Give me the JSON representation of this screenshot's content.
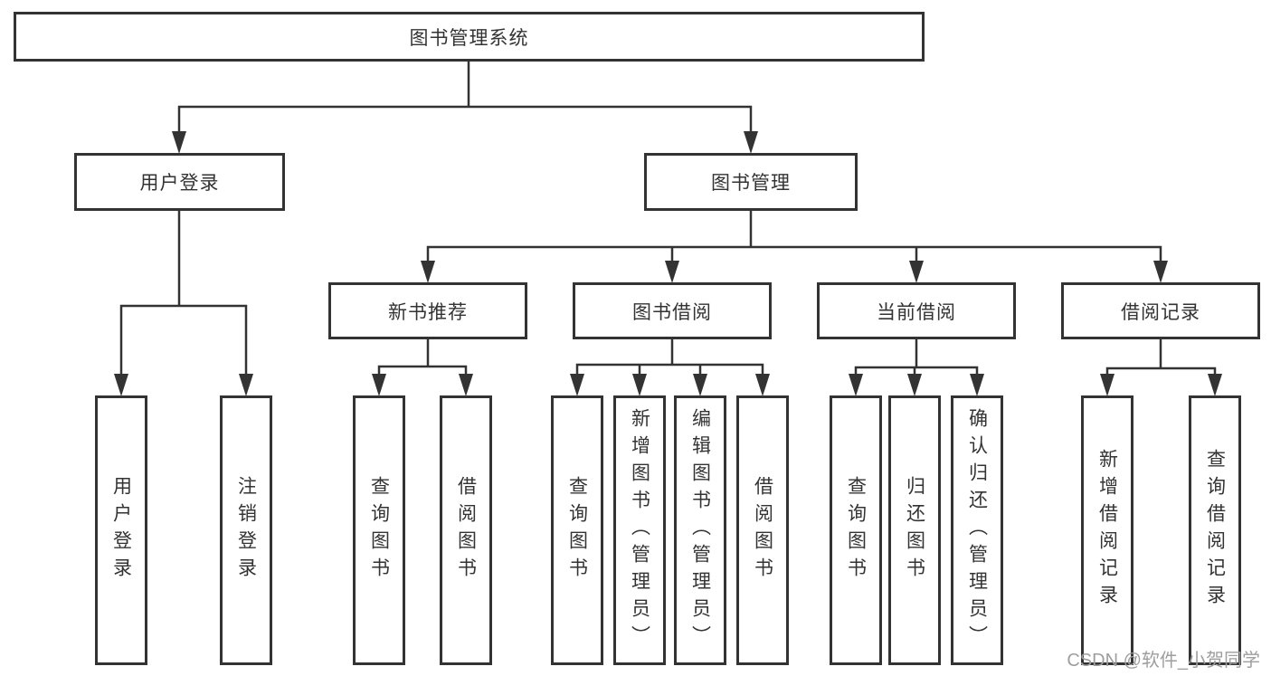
{
  "tree": {
    "root": "图书管理系统",
    "branches": [
      {
        "label": "用户登录",
        "children": [
          "用户登录",
          "注销登录"
        ]
      },
      {
        "label": "图书管理",
        "groups": [
          {
            "label": "新书推荐",
            "children": [
              "查询图书",
              "借阅图书"
            ]
          },
          {
            "label": "图书借阅",
            "children": [
              "查询图书",
              "新增图书（管理员）",
              "编辑图书（管理员）",
              "借阅图书"
            ]
          },
          {
            "label": "当前借阅",
            "children": [
              "查询图书",
              "归还图书",
              "确认归还（管理员）"
            ]
          },
          {
            "label": "借阅记录",
            "children": [
              "新增借阅记录",
              "查询借阅记录"
            ]
          }
        ]
      }
    ]
  },
  "watermark": "CSDN @软件_小贺同学",
  "colors": {
    "line": "#333333",
    "text": "#333333",
    "box-bg": "#ffffff",
    "watermark": "#9e9e9e"
  }
}
